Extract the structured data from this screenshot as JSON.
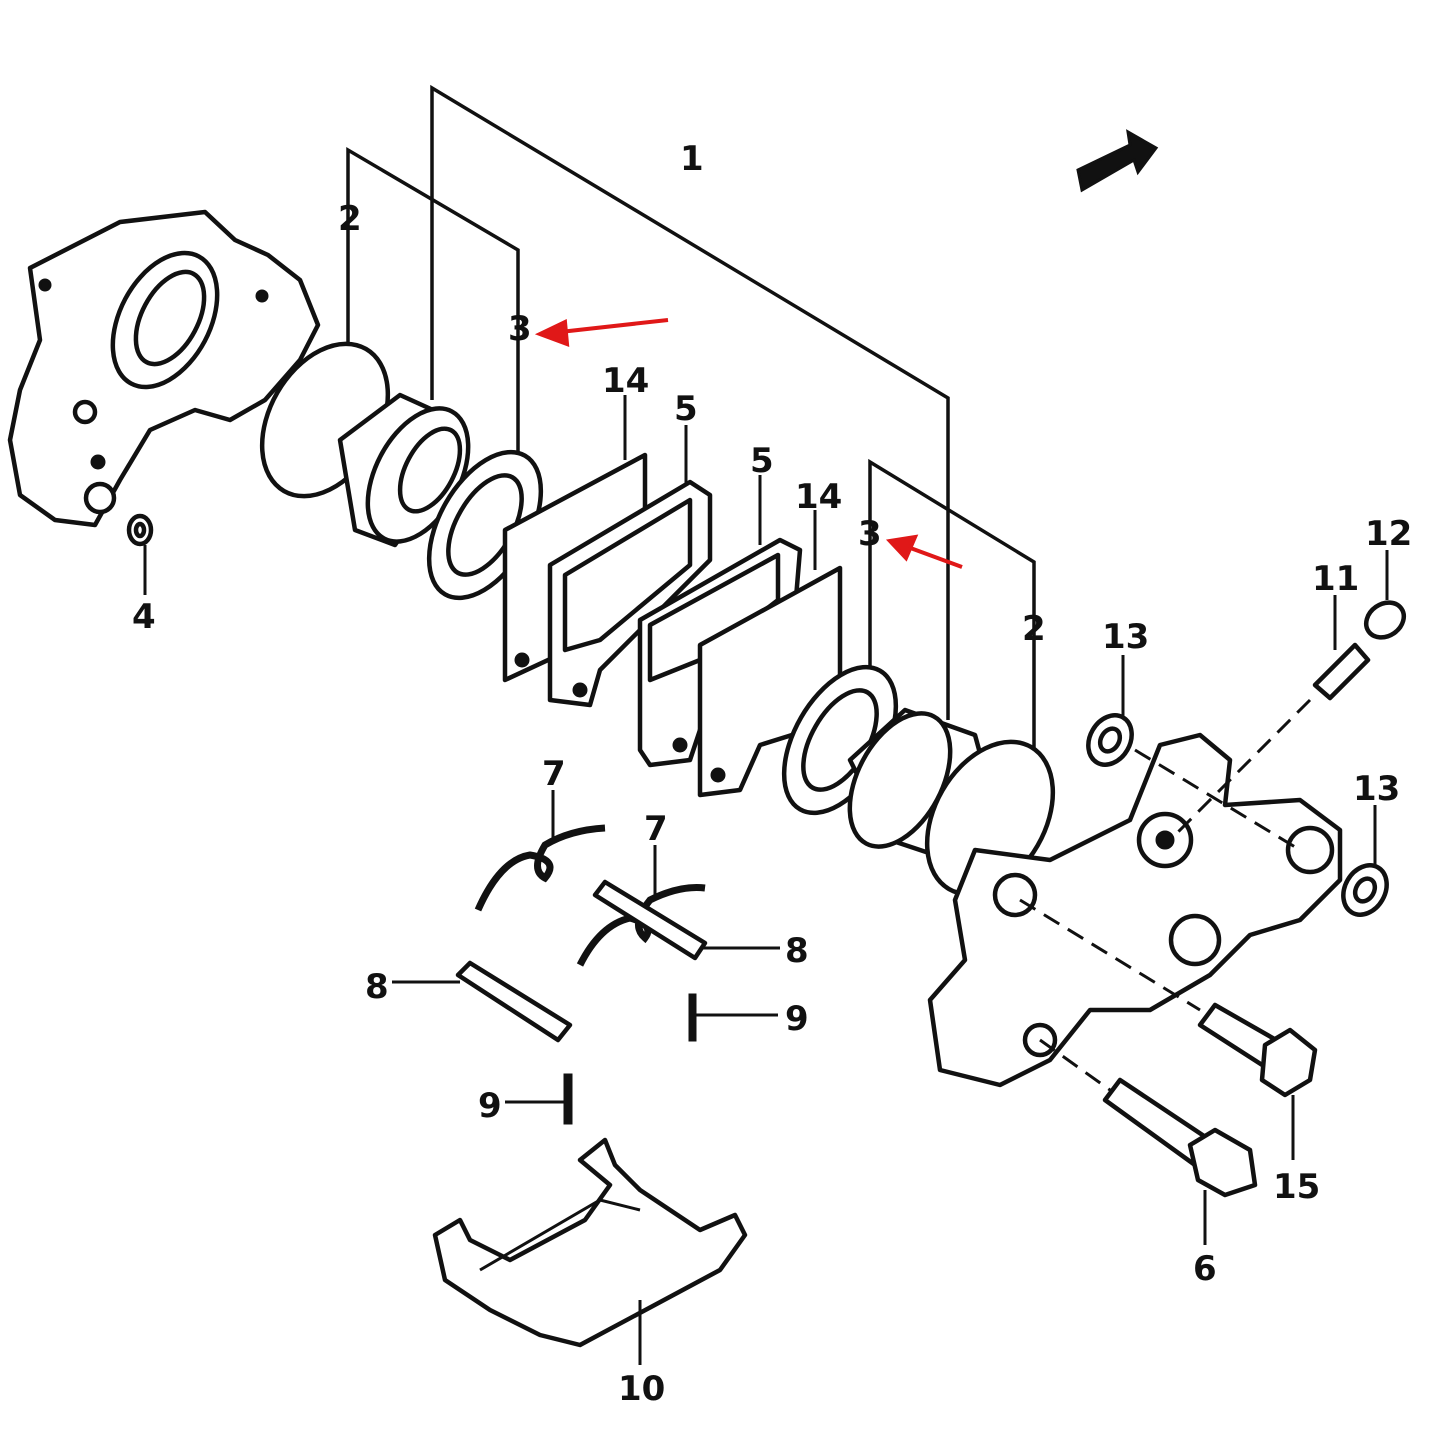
{
  "callouts": {
    "c1": "1",
    "c2_left": "2",
    "c2_right": "2",
    "c3_left": "3",
    "c3_right": "3",
    "c4": "4",
    "c5_left": "5",
    "c5_right": "5",
    "c6": "6",
    "c7_left": "7",
    "c7_right": "7",
    "c8_left": "8",
    "c8_right": "8",
    "c9_left": "9",
    "c9_right": "9",
    "c10": "10",
    "c11": "11",
    "c12": "12",
    "c13_upper": "13",
    "c13_lower": "13",
    "c14_left": "14",
    "c14_right": "14",
    "c15": "15"
  },
  "colors": {
    "line": "#111111",
    "marker": "#e01818",
    "background": "#ffffff"
  },
  "icons": {
    "front_direction": "front-arrow-icon",
    "highlight_markers": "red-arrow-icon"
  }
}
